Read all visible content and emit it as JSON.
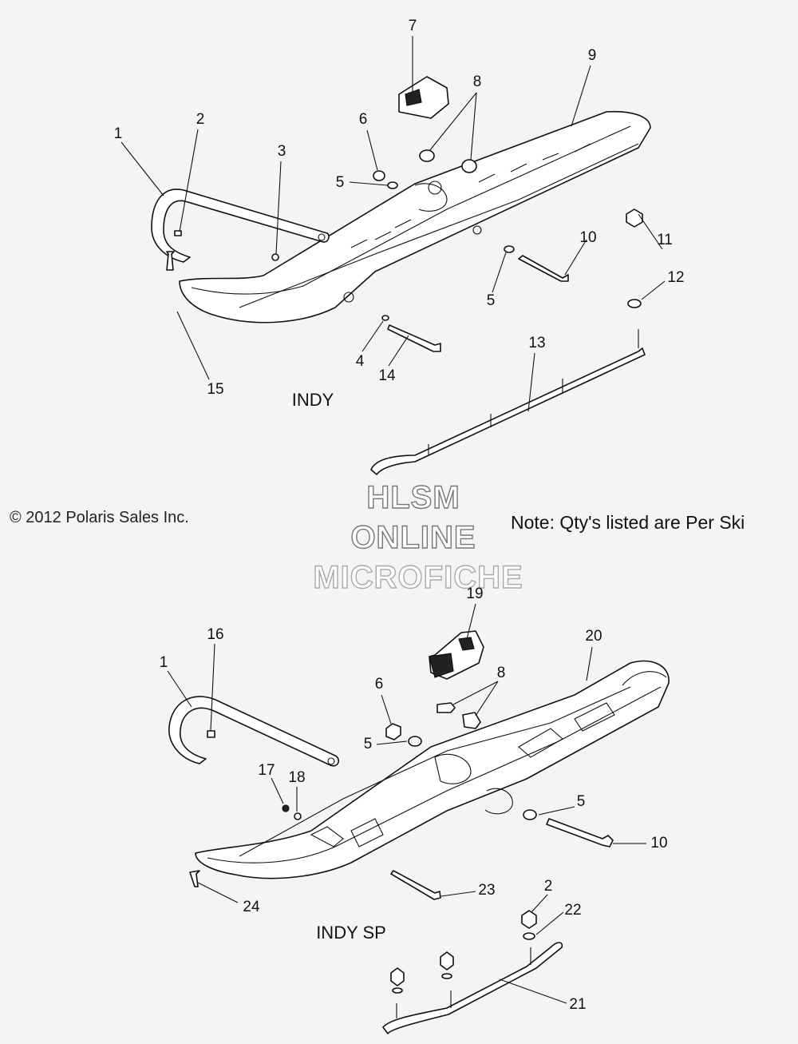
{
  "diagram": {
    "top_model": "INDY",
    "bottom_model": "INDY SP",
    "copyright": "© 2012 Polaris Sales Inc.",
    "note": "Note: Qty's listed are Per Ski",
    "watermark": [
      "HLSM",
      "ONLINE",
      "MICROFICHE"
    ]
  },
  "callouts": {
    "top": [
      "1",
      "2",
      "3",
      "6",
      "5",
      "7",
      "8",
      "9",
      "10",
      "11",
      "12",
      "5",
      "4",
      "14",
      "15",
      "13"
    ],
    "bottom": [
      "19",
      "16",
      "1",
      "6",
      "8",
      "20",
      "5",
      "17",
      "18",
      "5",
      "10",
      "23",
      "24",
      "2",
      "22",
      "21"
    ]
  }
}
